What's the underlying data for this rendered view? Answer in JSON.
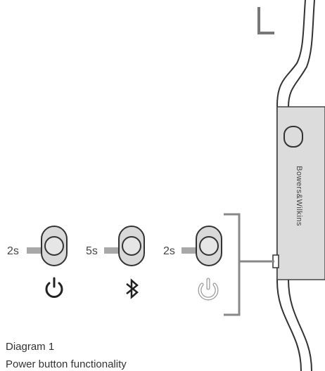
{
  "diagram": {
    "steps": [
      {
        "hold_time": "2s",
        "icon": "power-icon"
      },
      {
        "hold_time": "5s",
        "icon": "bluetooth-icon"
      },
      {
        "hold_time": "2s",
        "icon": "power-outline-icon"
      }
    ],
    "brand_text": "Bowers&Wilkins"
  },
  "caption": {
    "title": "Diagram 1",
    "subtitle": "Power button functionality"
  },
  "colors": {
    "arrow": "#a8a8a8",
    "button_fill": "#d9d9d9",
    "band_fill": "#dcdcdc",
    "stroke": "#3a3a3a",
    "bracket": "#888888"
  }
}
